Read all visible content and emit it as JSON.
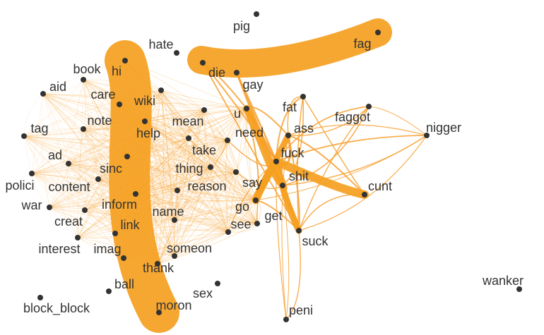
{
  "graph": {
    "colors": {
      "edge": "#f7a030",
      "thick_edge": "#f5a020",
      "node": "#333333",
      "label": "#333333",
      "background": "#ffffff"
    },
    "nodes": [
      {
        "id": "pig",
        "label": "pig"
      },
      {
        "id": "fag",
        "label": "fag"
      },
      {
        "id": "hate",
        "label": "hate"
      },
      {
        "id": "book",
        "label": "book"
      },
      {
        "id": "hi",
        "label": "hi"
      },
      {
        "id": "die",
        "label": "die"
      },
      {
        "id": "gay",
        "label": "gay"
      },
      {
        "id": "aid",
        "label": "aid"
      },
      {
        "id": "care",
        "label": "care"
      },
      {
        "id": "wiki",
        "label": "wiki"
      },
      {
        "id": "fat",
        "label": "fat"
      },
      {
        "id": "u",
        "label": "u"
      },
      {
        "id": "faggot",
        "label": "faggot"
      },
      {
        "id": "tag",
        "label": "tag"
      },
      {
        "id": "note",
        "label": "note"
      },
      {
        "id": "mean",
        "label": "mean"
      },
      {
        "id": "help",
        "label": "help"
      },
      {
        "id": "need",
        "label": "need"
      },
      {
        "id": "ass",
        "label": "ass"
      },
      {
        "id": "nigger",
        "label": "nigger"
      },
      {
        "id": "take",
        "label": "take"
      },
      {
        "id": "fuck",
        "label": "fuck"
      },
      {
        "id": "ad",
        "label": "ad"
      },
      {
        "id": "sinc",
        "label": "sinc"
      },
      {
        "id": "thing",
        "label": "thing"
      },
      {
        "id": "shit",
        "label": "shit"
      },
      {
        "id": "polici",
        "label": "polici"
      },
      {
        "id": "content",
        "label": "content"
      },
      {
        "id": "reason",
        "label": "reason"
      },
      {
        "id": "say",
        "label": "say"
      },
      {
        "id": "cunt",
        "label": "cunt"
      },
      {
        "id": "war",
        "label": "war"
      },
      {
        "id": "inform",
        "label": "inform"
      },
      {
        "id": "go",
        "label": "go"
      },
      {
        "id": "name",
        "label": "name"
      },
      {
        "id": "get",
        "label": "get"
      },
      {
        "id": "creat",
        "label": "creat"
      },
      {
        "id": "link",
        "label": "link"
      },
      {
        "id": "see",
        "label": "see"
      },
      {
        "id": "suck",
        "label": "suck"
      },
      {
        "id": "interest",
        "label": "interest"
      },
      {
        "id": "imag",
        "label": "imag"
      },
      {
        "id": "someon",
        "label": "someon"
      },
      {
        "id": "thank",
        "label": "thank"
      },
      {
        "id": "wanker",
        "label": "wanker"
      },
      {
        "id": "ball",
        "label": "ball"
      },
      {
        "id": "sex",
        "label": "sex"
      },
      {
        "id": "block_block",
        "label": "block_block"
      },
      {
        "id": "moron",
        "label": "moron"
      },
      {
        "id": "peni",
        "label": "peni"
      }
    ],
    "thick_links": [
      [
        "hi",
        "moron"
      ],
      [
        "hate",
        "fag"
      ],
      [
        "u",
        "shit"
      ],
      [
        "fuck",
        "cunt"
      ],
      [
        "fuck",
        "suck"
      ],
      [
        "ass",
        "go"
      ],
      [
        "fuck",
        "go"
      ]
    ]
  }
}
